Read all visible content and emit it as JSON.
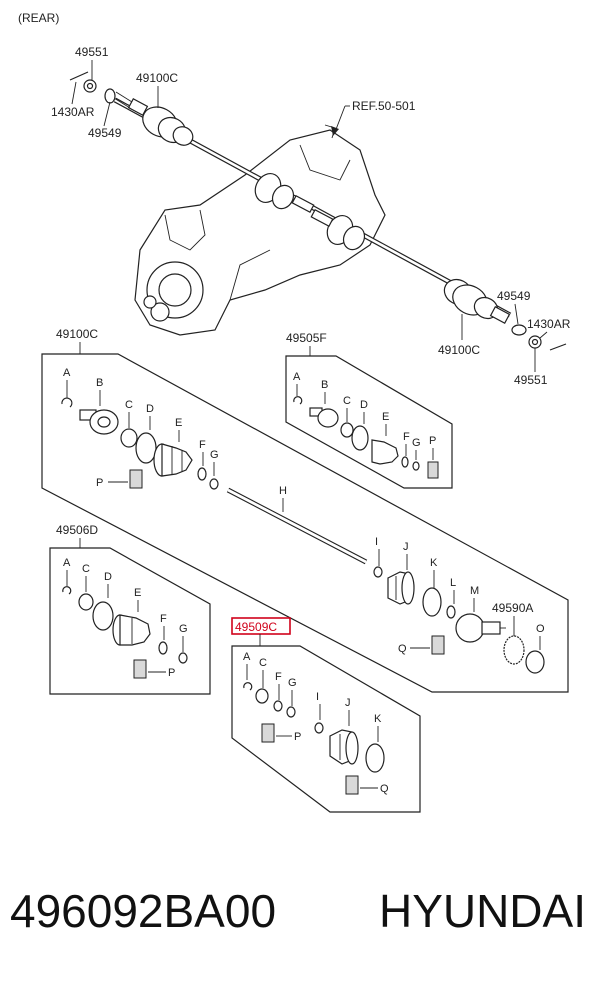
{
  "header": {
    "view_label": "(REAR)"
  },
  "ref_label": "REF.50-501",
  "top_assembly": {
    "left": {
      "bolt": "1430AR",
      "nut": "49551",
      "washer": "49549",
      "shaft": "49100C"
    },
    "right": {
      "bolt": "1430AR",
      "nut": "49551",
      "washer": "49549",
      "shaft": "49100C"
    }
  },
  "main_kit": {
    "code": "49100C",
    "letters": [
      "A",
      "B",
      "C",
      "D",
      "E",
      "F",
      "G",
      "P",
      "H",
      "I",
      "J",
      "K",
      "L",
      "M",
      "Q",
      "O"
    ],
    "ring_code": "49590A"
  },
  "kit_49505F": {
    "code": "49505F",
    "letters": [
      "A",
      "B",
      "C",
      "D",
      "E",
      "F",
      "G",
      "P"
    ]
  },
  "kit_49506D": {
    "code": "49506D",
    "letters": [
      "A",
      "C",
      "D",
      "E",
      "F",
      "G",
      "P"
    ]
  },
  "kit_49509C": {
    "code": "49509C",
    "letters": [
      "A",
      "C",
      "F",
      "G",
      "P",
      "I",
      "J",
      "K",
      "Q"
    ],
    "highlight_color": "#d0021b"
  },
  "footer": {
    "part_number": "496092BA00",
    "brand": "HYUNDAI"
  }
}
